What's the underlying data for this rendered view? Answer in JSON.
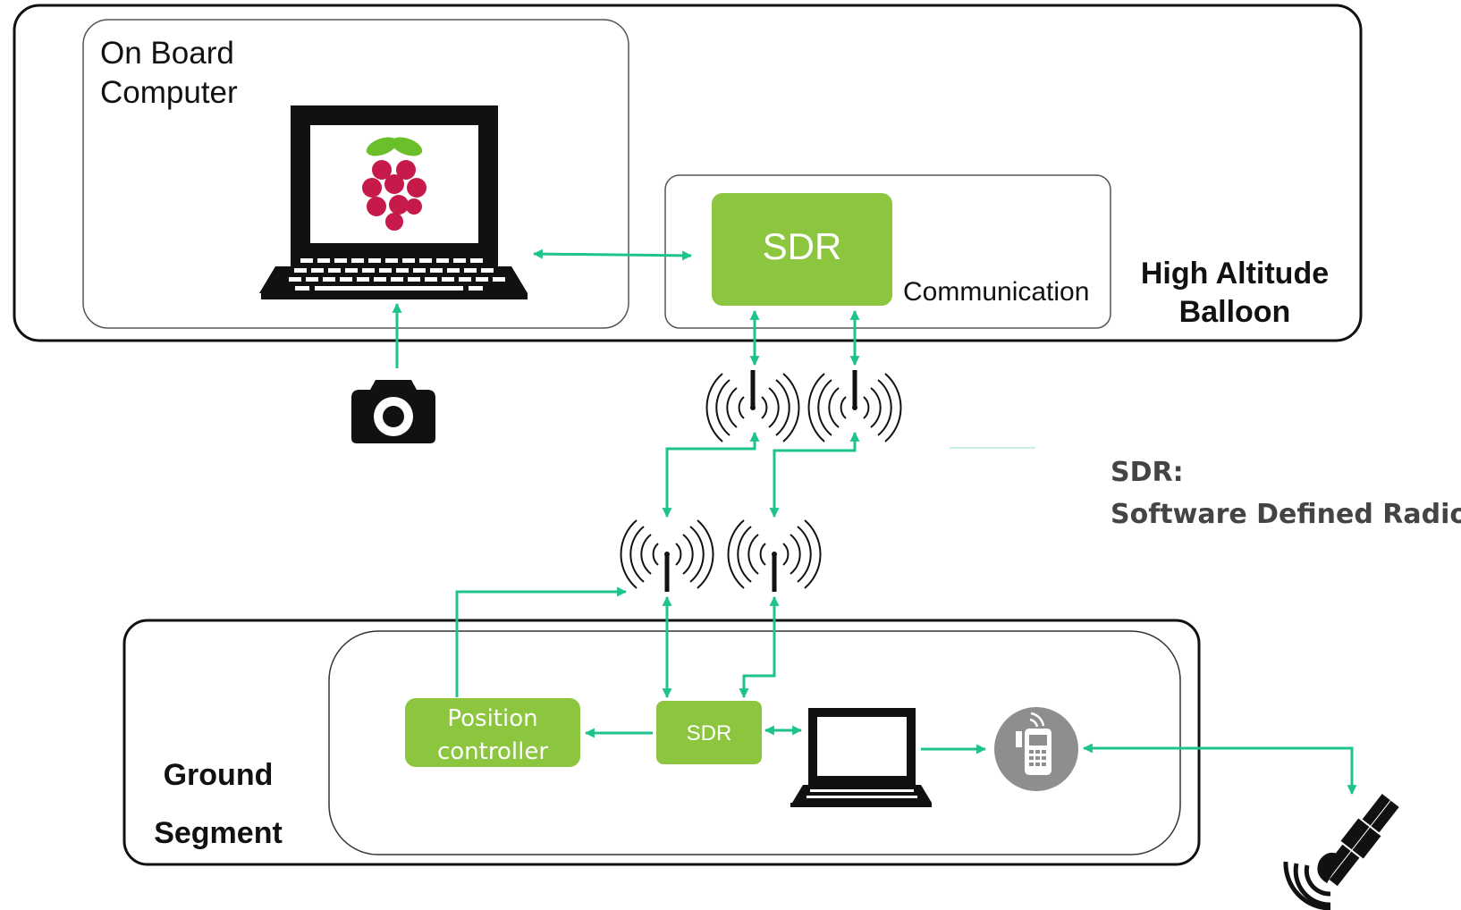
{
  "balloon": {
    "label_line1": "High Altitude",
    "label_line2": "Balloon",
    "obc": {
      "label_line1": "On Board",
      "label_line2": "Computer"
    },
    "communication": {
      "label": "Communication",
      "sdr_label": "SDR"
    }
  },
  "legend": {
    "term": "SDR:",
    "definition": "Software Defined Radio"
  },
  "ground": {
    "label_line1": "Ground",
    "label_line2": "Segment",
    "position_controller": {
      "label_line1": "Position",
      "label_line2": "controller"
    },
    "sdr_label": "SDR"
  },
  "icons": {
    "laptop": "laptop-icon",
    "raspberry_pi": "raspberry-pi-icon",
    "camera": "camera-icon",
    "antenna": "antenna-icon",
    "phone": "mobile-phone-icon",
    "satellite": "satellite-icon"
  },
  "colors": {
    "sdr_green": "#8cc63f",
    "arrow_teal": "#1ec38c",
    "raspberry_red": "#c51a4a",
    "leaf_green": "#6bbf2a",
    "phone_grey": "#8e8e8e"
  }
}
